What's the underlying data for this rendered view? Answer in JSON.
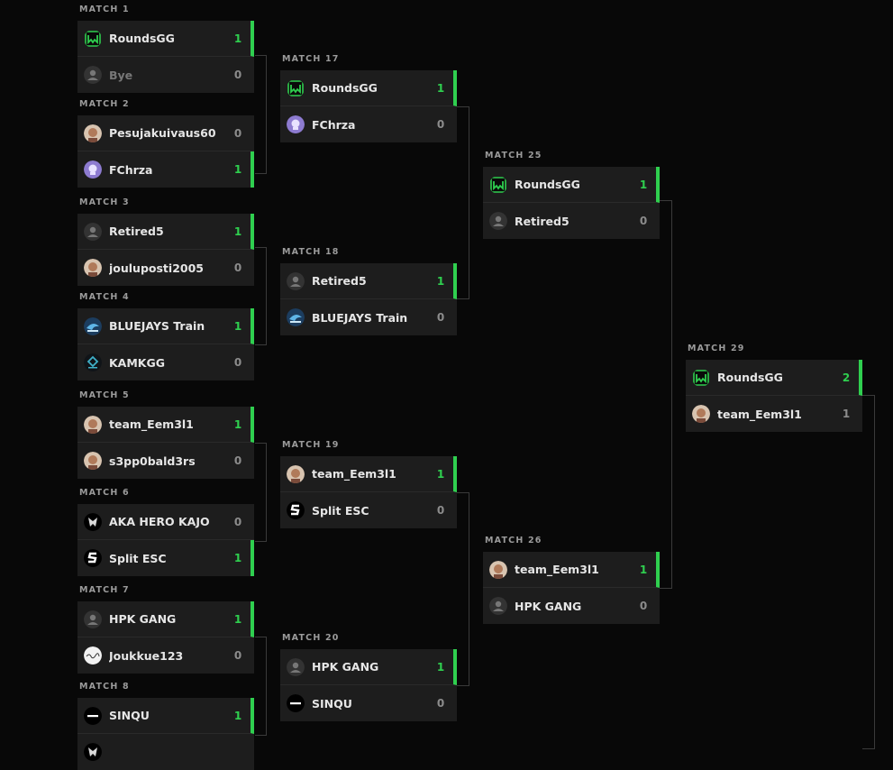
{
  "colors": {
    "background": "#080808",
    "card": "#1d1d1d",
    "win_accent": "#2fcf4f",
    "connector": "#3a3a3a",
    "label": "#9b9b9b"
  },
  "icons": {
    "roundsgg": "roundsgg-logo-icon",
    "default": "default-user-icon",
    "purple": "purple-crest-icon",
    "photo": "photo-avatar-icon",
    "bluejays": "bluejays-logo-icon",
    "kamkgg": "kamkgg-logo-icon",
    "dark": "dark-crest-icon",
    "split": "split-esc-logo-icon",
    "signature": "signature-logo-icon",
    "sinqu": "sinqu-logo-icon"
  },
  "matches": [
    {
      "label": "MATCH 1",
      "teams": [
        {
          "name": "RoundsGG",
          "score": "1",
          "icon": "roundsgg",
          "winner": true
        },
        {
          "name": "Bye",
          "score": "0",
          "icon": "default",
          "winner": false,
          "bye": true
        }
      ]
    },
    {
      "label": "MATCH 2",
      "teams": [
        {
          "name": "Pesujakuivaus60",
          "score": "0",
          "icon": "photo",
          "winner": false
        },
        {
          "name": "FChrza",
          "score": "1",
          "icon": "purple",
          "winner": true
        }
      ]
    },
    {
      "label": "MATCH 3",
      "teams": [
        {
          "name": "Retired5",
          "score": "1",
          "icon": "default",
          "winner": true
        },
        {
          "name": "jouluposti2005",
          "score": "0",
          "icon": "photo",
          "winner": false
        }
      ]
    },
    {
      "label": "MATCH 4",
      "teams": [
        {
          "name": "BLUEJAYS Train",
          "score": "1",
          "icon": "bluejays",
          "winner": true
        },
        {
          "name": "KAMKGG",
          "score": "0",
          "icon": "kamkgg",
          "winner": false
        }
      ]
    },
    {
      "label": "MATCH 5",
      "teams": [
        {
          "name": "team_Eem3l1",
          "score": "1",
          "icon": "photo",
          "winner": true
        },
        {
          "name": "s3pp0bald3rs",
          "score": "0",
          "icon": "photo",
          "winner": false
        }
      ]
    },
    {
      "label": "MATCH 6",
      "teams": [
        {
          "name": "AKA HERO KAJO",
          "score": "0",
          "icon": "dark",
          "winner": false
        },
        {
          "name": "Split ESC",
          "score": "1",
          "icon": "split",
          "winner": true
        }
      ]
    },
    {
      "label": "MATCH 7",
      "teams": [
        {
          "name": "HPK GANG",
          "score": "1",
          "icon": "default",
          "winner": true
        },
        {
          "name": "Joukkue123",
          "score": "0",
          "icon": "signature",
          "winner": false
        }
      ]
    },
    {
      "label": "MATCH 8",
      "teams": [
        {
          "name": "SINQU",
          "score": "1",
          "icon": "sinqu",
          "winner": true
        },
        {
          "name": "",
          "score": "",
          "icon": "dark",
          "winner": false
        }
      ]
    },
    {
      "label": "MATCH 17",
      "teams": [
        {
          "name": "RoundsGG",
          "score": "1",
          "icon": "roundsgg",
          "winner": true
        },
        {
          "name": "FChrza",
          "score": "0",
          "icon": "purple",
          "winner": false
        }
      ]
    },
    {
      "label": "MATCH 18",
      "teams": [
        {
          "name": "Retired5",
          "score": "1",
          "icon": "default",
          "winner": true
        },
        {
          "name": "BLUEJAYS Train",
          "score": "0",
          "icon": "bluejays",
          "winner": false
        }
      ]
    },
    {
      "label": "MATCH 19",
      "teams": [
        {
          "name": "team_Eem3l1",
          "score": "1",
          "icon": "photo",
          "winner": true
        },
        {
          "name": "Split ESC",
          "score": "0",
          "icon": "split",
          "winner": false
        }
      ]
    },
    {
      "label": "MATCH 20",
      "teams": [
        {
          "name": "HPK GANG",
          "score": "1",
          "icon": "default",
          "winner": true
        },
        {
          "name": "SINQU",
          "score": "0",
          "icon": "sinqu",
          "winner": false
        }
      ]
    },
    {
      "label": "MATCH 25",
      "teams": [
        {
          "name": "RoundsGG",
          "score": "1",
          "icon": "roundsgg",
          "winner": true
        },
        {
          "name": "Retired5",
          "score": "0",
          "icon": "default",
          "winner": false
        }
      ]
    },
    {
      "label": "MATCH 26",
      "teams": [
        {
          "name": "team_Eem3l1",
          "score": "1",
          "icon": "photo",
          "winner": true
        },
        {
          "name": "HPK GANG",
          "score": "0",
          "icon": "default",
          "winner": false
        }
      ]
    },
    {
      "label": "MATCH 29",
      "teams": [
        {
          "name": "RoundsGG",
          "score": "2",
          "icon": "roundsgg",
          "winner": true
        },
        {
          "name": "team_Eem3l1",
          "score": "1",
          "icon": "photo",
          "winner": false
        }
      ]
    }
  ]
}
